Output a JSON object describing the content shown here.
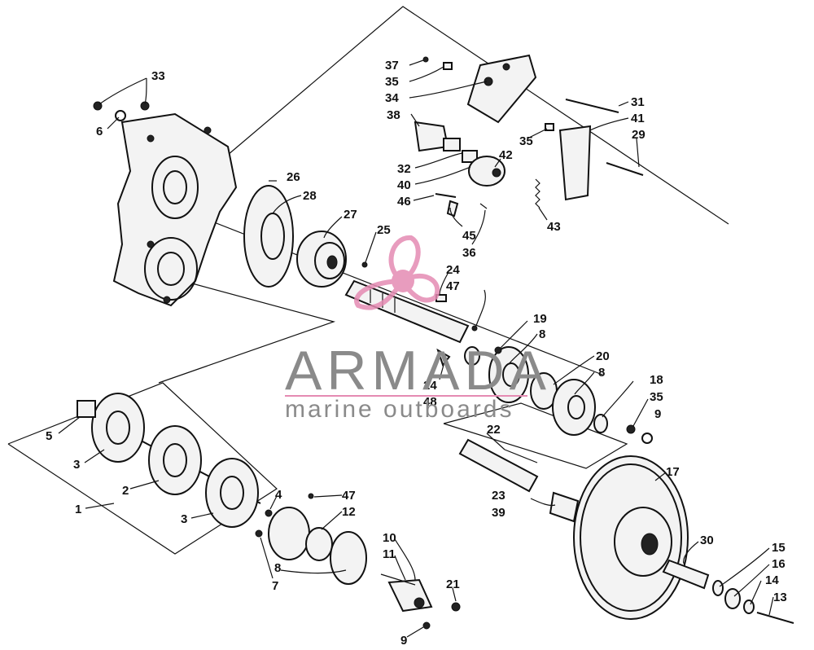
{
  "watermark": {
    "brand": "ARMADA",
    "tagline": "marine outboards",
    "logo_color": "#e58bb3",
    "text_color": "#8a8a8a"
  },
  "callouts": [
    "33",
    "6",
    "26",
    "28",
    "27",
    "25",
    "24",
    "47",
    "19",
    "8",
    "20",
    "8",
    "18",
    "35",
    "9",
    "22",
    "17",
    "23",
    "39",
    "30",
    "15",
    "16",
    "14",
    "13",
    "5",
    "3",
    "2",
    "1",
    "3",
    "4",
    "47",
    "12",
    "10",
    "11",
    "8",
    "7",
    "21",
    "9",
    "37",
    "35",
    "34",
    "31",
    "41",
    "38",
    "35",
    "29",
    "42",
    "32",
    "40",
    "46",
    "43",
    "45",
    "36",
    "24",
    "48"
  ]
}
